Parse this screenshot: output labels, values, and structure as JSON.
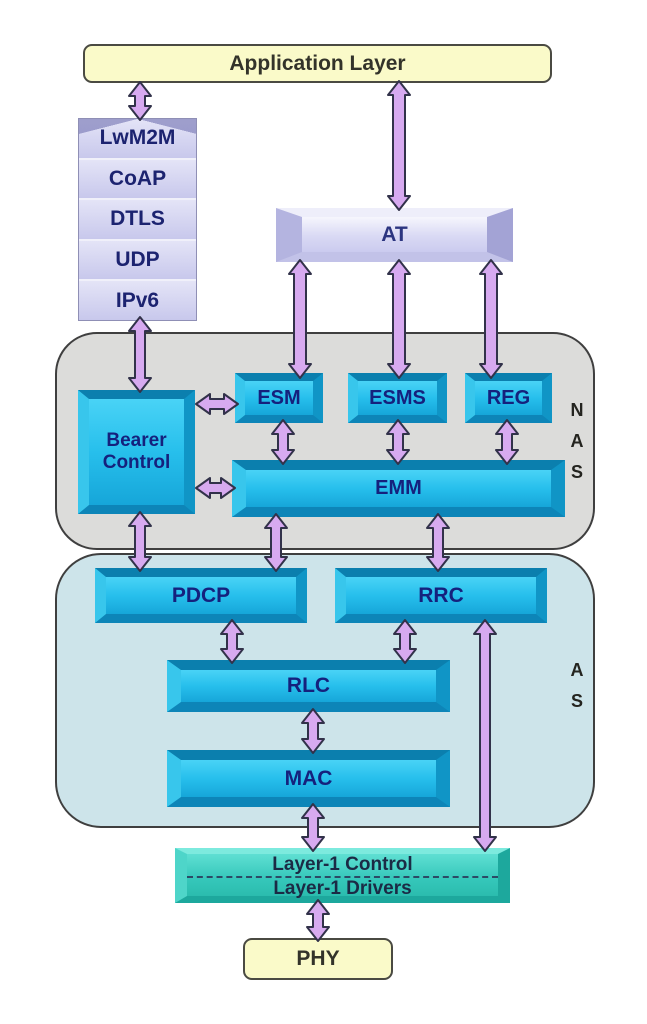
{
  "nodes": {
    "application_layer": "Application Layer",
    "at": "AT",
    "bearer_control": "Bearer Control",
    "esm": "ESM",
    "esms": "ESMS",
    "reg": "REG",
    "emm": "EMM",
    "pdcp": "PDCP",
    "rrc": "RRC",
    "rlc": "RLC",
    "mac": "MAC",
    "layer1_control": "Layer-1 Control",
    "layer1_drivers": "Layer-1 Drivers",
    "phy": "PHY"
  },
  "stack": {
    "items": [
      "LwM2M",
      "CoAP",
      "DTLS",
      "UDP",
      "IPv6"
    ]
  },
  "sections": {
    "nas": "NAS",
    "as": "AS"
  },
  "colors": {
    "box_blue": "#22b6e6",
    "box_lavender": "#cfcff2",
    "box_yellow": "#fafac9",
    "box_teal": "#3ac9bd",
    "nas_fill": "#dcdcda",
    "as_fill": "#cde4ea",
    "arrow_fill": "#d7aaf0",
    "arrow_outline": "#32324a",
    "label_navy": "#15217d"
  }
}
